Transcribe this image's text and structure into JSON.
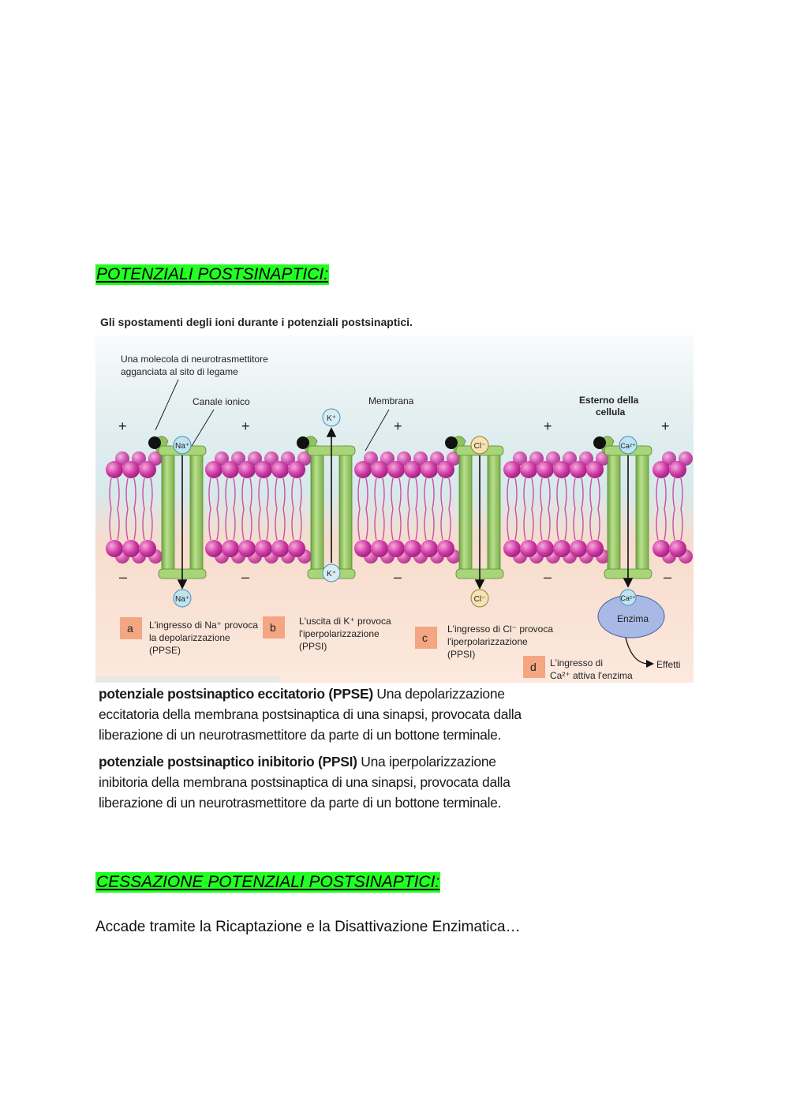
{
  "heading_1": "POTENZIALI POSTSINAPTICI: ",
  "heading_2": "CESSAZIONE POTENZIALI POSTSINAPTICI:",
  "figure": {
    "title": "Gli spostamenti degli ioni durante i potenziali postsinaptici.",
    "label_neurotransmitter": [
      "Una molecola di neurotrasmettitore",
      "agganciata al sito di legame"
    ],
    "label_channel": "Canale ionico",
    "label_membrane": "Membrana",
    "label_exterior": [
      "Esterno della",
      "cellula"
    ],
    "plus": "+",
    "minus": "–",
    "ions": {
      "na": "Na⁺",
      "k": "K⁺",
      "cl": "Cl⁻",
      "ca": "Ca²⁺",
      "enzyme": "Enzima",
      "effects": "Effetti"
    },
    "panels": [
      {
        "letter": "a",
        "lines": [
          "L'ingresso di Na⁺ provoca",
          "la depolarizzazione",
          "(PPSE)"
        ]
      },
      {
        "letter": "b",
        "lines": [
          "L'uscita di K⁺ provoca",
          "l'iperpolarizzazione",
          "(PPSI)"
        ]
      },
      {
        "letter": "c",
        "lines": [
          "L'ingresso di Cl⁻ provoca",
          "l'iperpolarizzazione",
          "(PPSI)"
        ]
      },
      {
        "letter": "d",
        "lines": [
          "L'ingresso di",
          "Ca²⁺ attiva l'enzima"
        ]
      }
    ],
    "colors": {
      "outside": "#dcecef",
      "inside": "#f8d9c6",
      "lipid_head": "#c4339a",
      "channel": "#9fcf6e",
      "panel_box": "#f4a582"
    }
  },
  "definitions": {
    "ppse_term": "potenziale postsinaptico eccitatorio (PPSE)",
    "ppse_text": " Una depolarizzazione eccitatoria della membrana postsinaptica di una sinapsi, provocata dalla liberazione di un neurotrasmettitore da parte di un bottone terminale.",
    "ppsi_term": "potenziale postsinaptico inibitorio (PPSI)",
    "ppsi_text": " Una iperpolarizzazione inibitoria della membrana postsinaptica di una sinapsi, provocata dalla liberazione di un neurotrasmettitore da parte di un bottone terminale."
  },
  "body_text": "Accade tramite la Ricaptazione e la Disattivazione Enzimatica…"
}
